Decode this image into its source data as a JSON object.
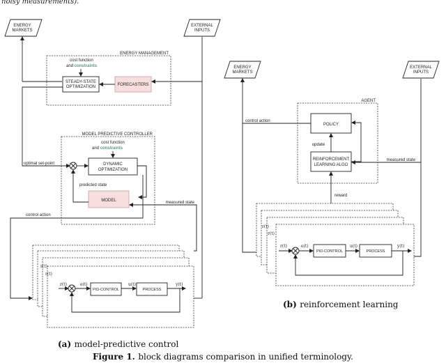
{
  "top_fragment": "noisy measurements).",
  "mpc": {
    "energy_markets": [
      "ENERGY",
      "MARKETS"
    ],
    "external_inputs": [
      "EXTERNAL",
      "INPUTS"
    ],
    "energy_management_label": "ENERGY MANAGEMENT",
    "cost_function": "cost function",
    "and_word": "and",
    "constraints": "constraints",
    "steady_state": [
      "STEADY-STATE",
      "OPTIMIZATION"
    ],
    "forecasters": "FORECASTERS",
    "mpc_label": "MODEL PREDICTIVE CONTROLLER",
    "dynamic": [
      "DYNAMIC",
      "OPTIMIZATION"
    ],
    "optimal_setpoint": "optimal set-point",
    "predicted_state": "predicted state",
    "model": "MODEL",
    "measured_state": "measured state",
    "control_action": "control action",
    "r_t": "r(t)",
    "e_t": "e(t)",
    "u_t": "u(t)",
    "y_t": "y(t)",
    "pid": "PID-CONTROL",
    "process": "PROCESS",
    "caption_label": "(a)",
    "caption_text": "model-predictive control"
  },
  "rl": {
    "energy_markets": [
      "ENERGY",
      "MARKETS"
    ],
    "external_inputs": [
      "EXTERNAL",
      "INPUTS"
    ],
    "agent_label": "AGENT",
    "policy": "POLICY",
    "update": "update",
    "rl_algo": [
      "REINFORCEMENT",
      "LEARNING ALGO"
    ],
    "control_action": "control action",
    "measured_state": "measured state",
    "reward": "reward",
    "caption_label": "(b)",
    "caption_text": "reinforcement learning"
  },
  "figure_caption": {
    "label": "Figure 1.",
    "text": "block diagrams comparison in unified terminology."
  }
}
